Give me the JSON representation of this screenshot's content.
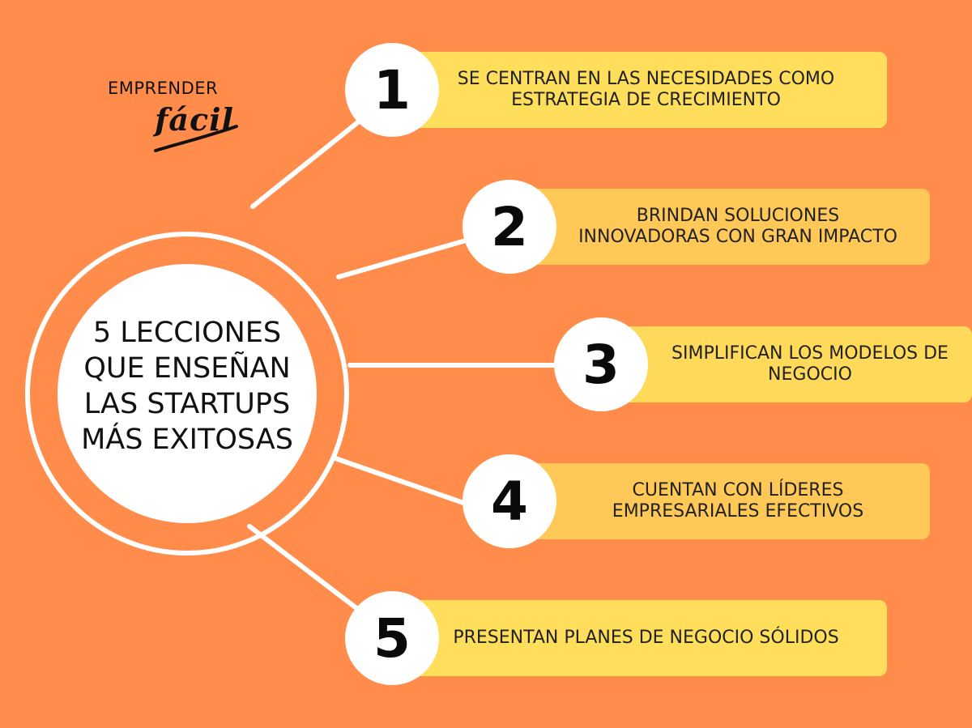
{
  "brand": {
    "line1": "EMPRENDER",
    "line2": "fácil"
  },
  "hub": {
    "title": "5 LECCIONES QUE ENSEÑAN LAS STARTUPS MÁS EXITOSAS"
  },
  "lessons": [
    {
      "number": "1",
      "text": "SE CENTRAN EN LAS NECESIDADES COMO ESTRATEGIA DE CRECIMIENTO"
    },
    {
      "number": "2",
      "text": "BRINDAN SOLUCIONES INNOVADORAS CON GRAN IMPACTO"
    },
    {
      "number": "3",
      "text": "SIMPLIFICAN LOS MODELOS DE NEGOCIO"
    },
    {
      "number": "4",
      "text": "CUENTAN CON LÍDERES EMPRESARIALES EFECTIVOS"
    },
    {
      "number": "5",
      "text": "PRESENTAN PLANES DE NEGOCIO SÓLIDOS"
    }
  ],
  "colors": {
    "background": "#FF8C4A",
    "pill_light": "#FFDE5C",
    "pill_dark": "#FFC857",
    "circle": "#FFFFFF",
    "text": "#111111"
  }
}
